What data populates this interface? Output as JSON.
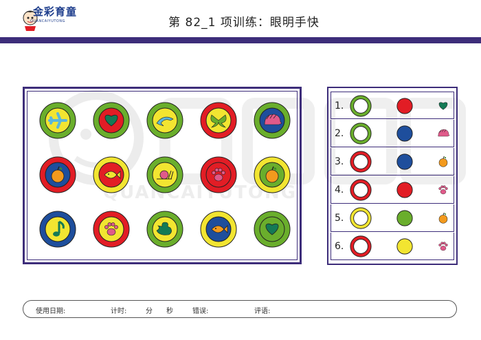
{
  "header": {
    "logo_text": "金彩育童",
    "logo_sub": "QUANCAIYUTONG",
    "title": "第 82_1 项训练：眼明手快"
  },
  "watermark": {
    "letters": "QUANCAIYUTONG"
  },
  "colors": {
    "red": "#e21d25",
    "green": "#6aae2c",
    "yellow": "#f2e531",
    "blue": "#1e4e9c",
    "dark_green": "#147a55",
    "skyblue": "#5bb6d9",
    "orange": "#f39a1d",
    "pink": "#e05a8a",
    "panel_border": "#3d2d7a"
  },
  "grid": [
    [
      {
        "outer": "green",
        "inner": "yellow",
        "icon": "airplane-icon",
        "icon_color": "skyblue"
      },
      {
        "outer": "green",
        "inner": "red",
        "icon": "heart-icon",
        "icon_color": "dark_green"
      },
      {
        "outer": "green",
        "inner": "yellow",
        "icon": "dolphin-icon",
        "icon_color": "skyblue"
      },
      {
        "outer": "red",
        "inner": "yellow",
        "icon": "butterfly-icon",
        "icon_color": "green"
      },
      {
        "outer": "green",
        "inner": "blue",
        "icon": "hedgehog-icon",
        "icon_color": "pink"
      }
    ],
    [
      {
        "outer": "red",
        "inner": "blue",
        "icon": "apple-icon",
        "icon_color": "orange"
      },
      {
        "outer": "yellow",
        "inner": "red",
        "icon": "fish-icon",
        "icon_color": "yellow"
      },
      {
        "outer": "green",
        "inner": "yellow",
        "icon": "snail-icon",
        "icon_color": "pink"
      },
      {
        "outer": "red",
        "inner": "red",
        "icon": "paw-icon",
        "icon_color": "pink"
      },
      {
        "outer": "yellow",
        "inner": "green",
        "icon": "apple-icon",
        "icon_color": "orange"
      }
    ],
    [
      {
        "outer": "blue",
        "inner": "yellow",
        "icon": "music-note-icon",
        "icon_color": "dark_green"
      },
      {
        "outer": "red",
        "inner": "yellow",
        "icon": "paw-icon",
        "icon_color": "pink"
      },
      {
        "outer": "green",
        "inner": "yellow",
        "icon": "duck-icon",
        "icon_color": "dark_green"
      },
      {
        "outer": "yellow",
        "inner": "blue",
        "icon": "fish-icon",
        "icon_color": "orange"
      },
      {
        "outer": "green",
        "inner": "green",
        "icon": "heart-icon",
        "icon_color": "dark_green"
      }
    ]
  ],
  "answers": [
    {
      "num": "1.",
      "ring_outer": "green",
      "ring_inner": "white",
      "dot": "red",
      "icon": "heart-icon",
      "icon_color": "dark_green"
    },
    {
      "num": "2.",
      "ring_outer": "green",
      "ring_inner": "white",
      "dot": "blue",
      "icon": "hedgehog-icon",
      "icon_color": "pink"
    },
    {
      "num": "3.",
      "ring_outer": "red",
      "ring_inner": "white",
      "dot": "blue",
      "icon": "apple-icon",
      "icon_color": "orange"
    },
    {
      "num": "4.",
      "ring_outer": "red",
      "ring_inner": "white",
      "dot": "red",
      "icon": "paw-icon",
      "icon_color": "pink"
    },
    {
      "num": "5.",
      "ring_outer": "yellow",
      "ring_inner": "white",
      "dot": "green",
      "icon": "apple-icon",
      "icon_color": "orange"
    },
    {
      "num": "6.",
      "ring_outer": "red",
      "ring_inner": "white",
      "dot": "yellow",
      "icon": "paw-icon",
      "icon_color": "pink"
    }
  ],
  "footer": {
    "date_label": "使用日期:",
    "time_label": "计时:",
    "min_label": "分",
    "sec_label": "秒",
    "errors_label": "错误:",
    "comment_label": "评语:"
  }
}
